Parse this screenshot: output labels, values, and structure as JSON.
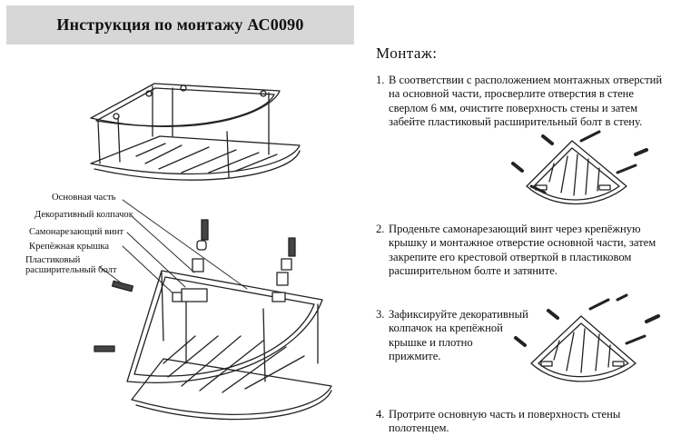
{
  "header": {
    "title": "Инструкция по монтажу АС0090"
  },
  "section": {
    "heading": "Монтаж:"
  },
  "steps": [
    {
      "num": "1.",
      "text": "В соответствии с расположением монтажных отверстий\nна основной части, просверлите отверстия в стене\nсверлом 6 мм, очистите поверхность стены и затем\nзабейте пластиковый расширительный болт в стену."
    },
    {
      "num": "2.",
      "text": "Проденьте самонарезающий винт через крепёжную\nкрышку и монтажное отверстие основной части, затем\nзакрепите его крестовой отверткой в пластиковом\nрасширительном болте и затяните."
    },
    {
      "num": "3.",
      "text": "Зафиксируйте декоративный\nколпачок на крепёжной\nкрышке и плотно\nприжмите."
    },
    {
      "num": "4.",
      "text": "Протрите основную часть и поверхность стены\nполотенцем."
    }
  ],
  "part_labels": {
    "main_part": "Основная часть",
    "decorative_cap": "Декоративный колпачок",
    "self_tapping_screw": "Самонарезающий винт",
    "mounting_cover": "Крепёжная крышка",
    "plastic_bolt": "Пластиковый\nрасширительный болт"
  }
}
